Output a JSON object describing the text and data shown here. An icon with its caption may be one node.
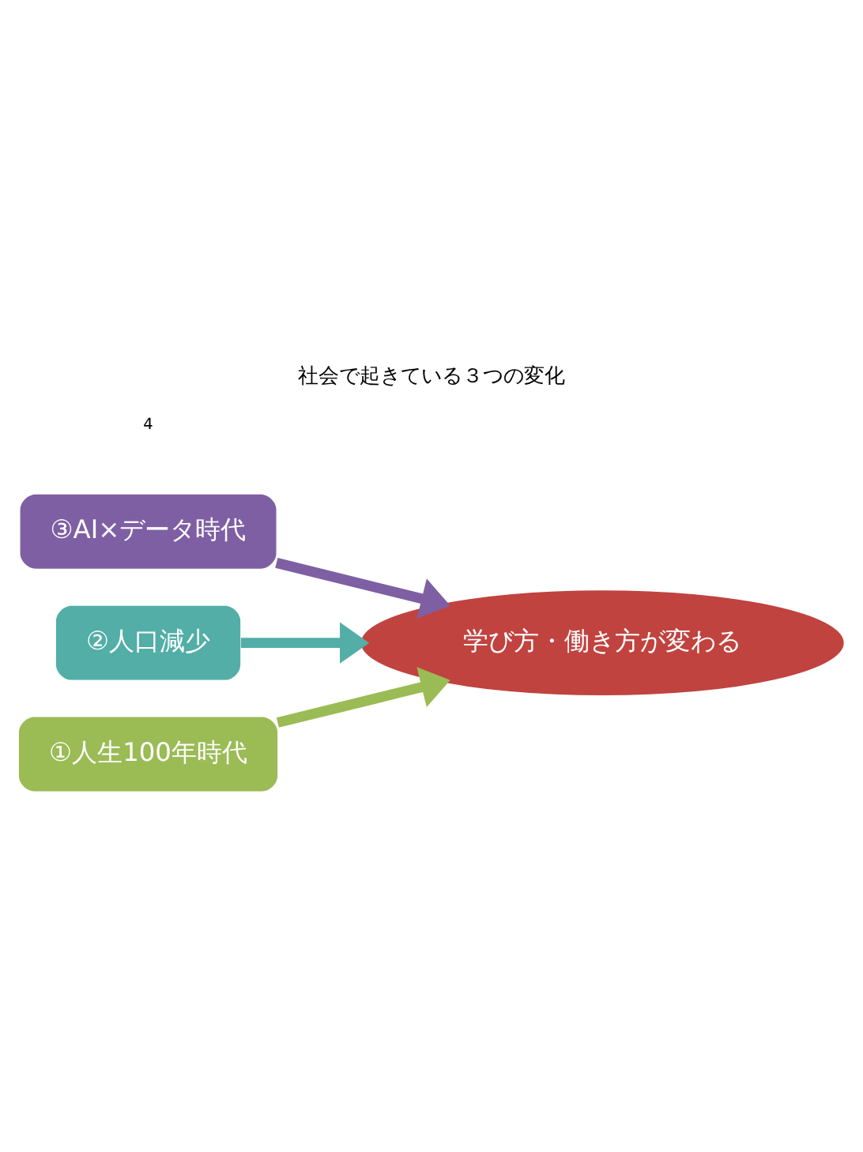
{
  "diagram": {
    "title": "社会で起きている３つの変化",
    "nodes": [
      {
        "text": [
          "③AI×データ時代"
        ]
      },
      {
        "text": [
          "②人口減少"
        ]
      },
      {
        "text": [
          "①人生100年時代"
        ]
      },
      {
        "text": [
          "学び方・働き方が変わる"
        ]
      }
    ],
    "edges": [
      {
        "from": 0,
        "to": 3,
        "arrow": "to",
        "color": "#7f5fa3"
      },
      {
        "from": 1,
        "to": 3,
        "arrow": "to",
        "color": "#52aea6"
      },
      {
        "from": 2,
        "to": 3,
        "arrow": "to",
        "color": "#9bbb55"
      }
    ],
    "labels": [
      "4"
    ]
  }
}
